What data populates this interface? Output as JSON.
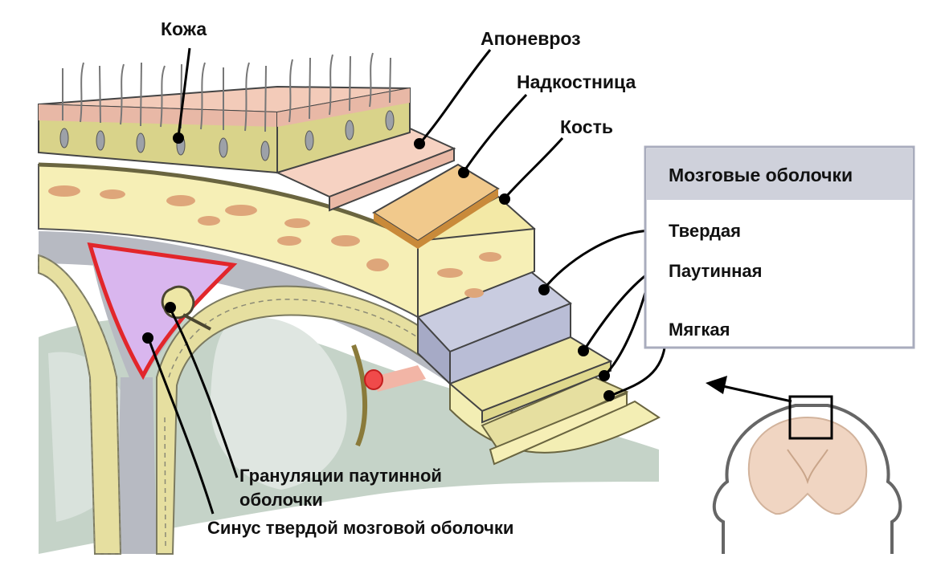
{
  "labels": {
    "skin": "Кожа",
    "aponeurosis": "Апоневроз",
    "periosteum": "Надкостница",
    "bone": "Кость",
    "granulations_line1": "Грануляции паутинной",
    "granulations_line2": "оболочки",
    "dural_sinus": "Синус твердой мозговой оболочки"
  },
  "legend": {
    "title": "Мозговые оболочки",
    "items": [
      "Твердая",
      "Паутинная",
      "Мягкая"
    ]
  },
  "colors": {
    "skin": "#e8b8a6",
    "skin_dermis": "#d9d38a",
    "aponeurosis": "#f6d2c2",
    "periosteum": "#f1c98c",
    "bone": "#f6efb6",
    "bone_spots": "#dea67a",
    "dura": "#b9bdd6",
    "arachnoid": "#eee7a6",
    "pia": "#f3eeb4",
    "sinus": "#d9b6ee",
    "sinus_border": "#e2262b",
    "brain": "#c5d3c8",
    "legend_header": "#cfd1db",
    "legend_border": "#a9acbd"
  }
}
